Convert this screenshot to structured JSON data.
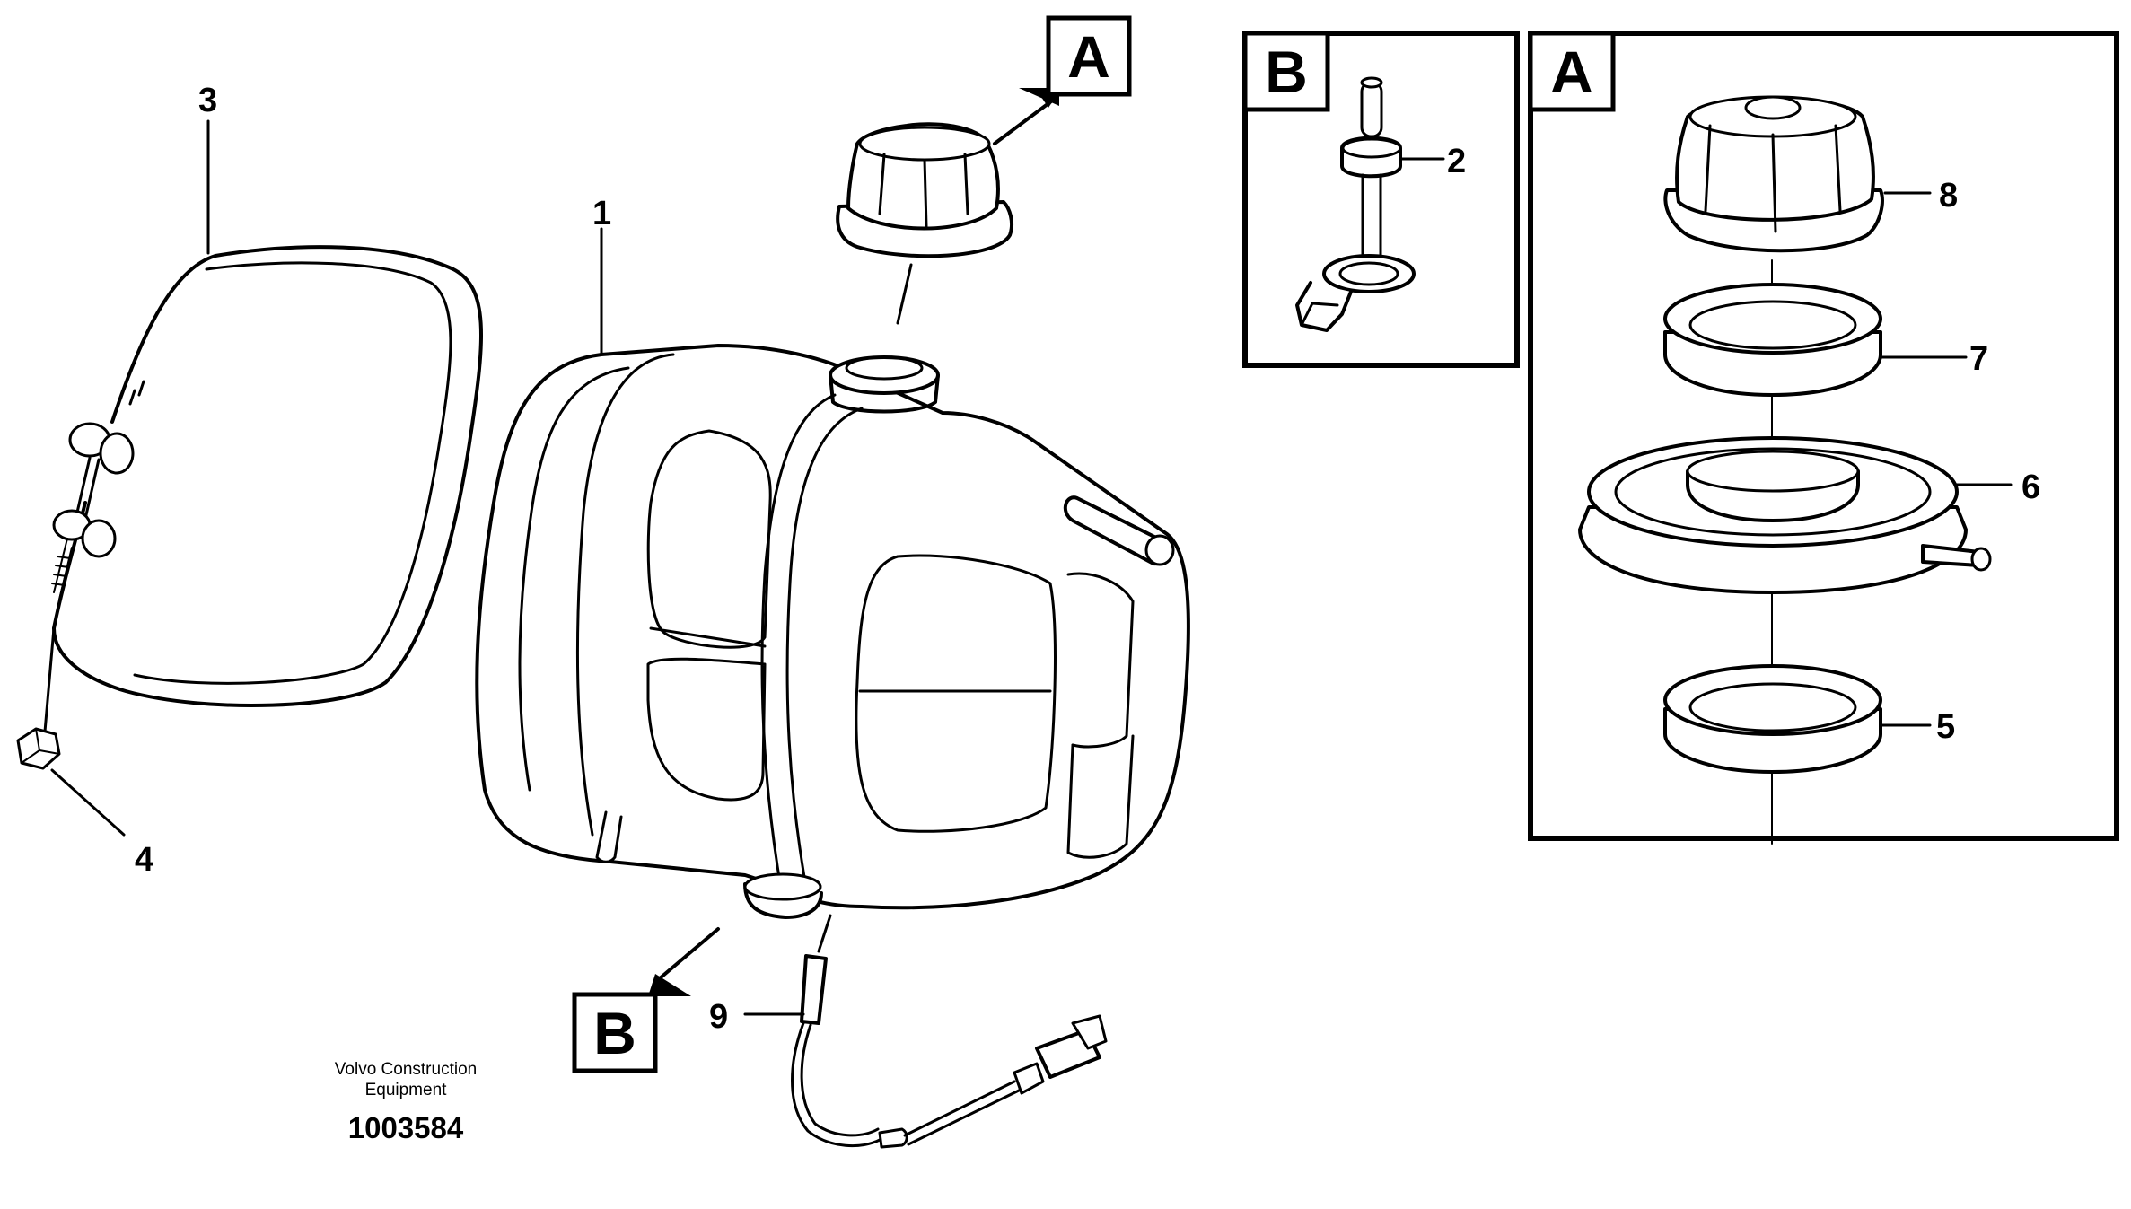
{
  "callouts": {
    "part1": "1",
    "part2": "2",
    "part3": "3",
    "part4": "4",
    "part5": "5",
    "part6": "6",
    "part7": "7",
    "part8": "8",
    "part9": "9"
  },
  "detail_tags": {
    "top_a": "A",
    "bottom_b": "B",
    "panel_b": "B",
    "panel_a": "A"
  },
  "caption": {
    "line1": "Volvo Construction",
    "line2": "Equipment",
    "doc_number": "1003584"
  }
}
